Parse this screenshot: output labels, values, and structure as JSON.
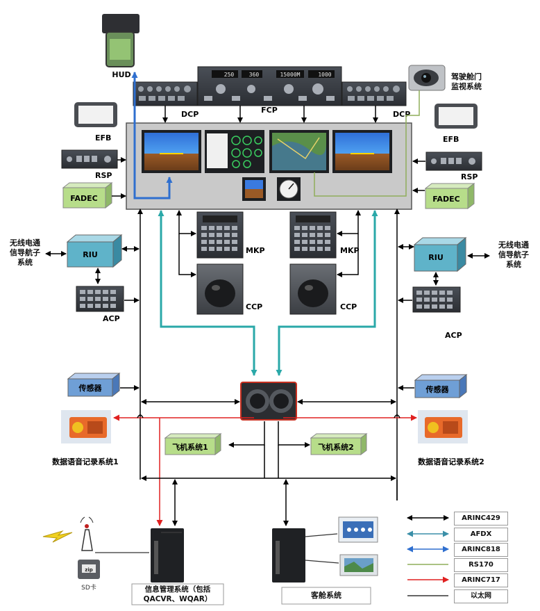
{
  "labels": {
    "hud": "HUD",
    "dcp_left": "DCP",
    "fcp": "FCP",
    "dcp_right": "DCP",
    "cockpit_door": "驾驶舱门\n监视系统",
    "efb_left": "EFB",
    "efb_right": "EFB",
    "rsp_left": "RSP",
    "rsp_right": "RSP",
    "fadec_left": "FADEC",
    "fadec_right": "FADEC",
    "riu_left": "RIU",
    "riu_right": "RIU",
    "radio_nav_left": "无线电通\n信导航子\n系统",
    "radio_nav_right": "无线电通\n信导航子\n系统",
    "mkp_left": "MKP",
    "mkp_right": "MKP",
    "ccp_left": "CCP",
    "ccp_right": "CCP",
    "acp_left": "ACP",
    "acp_right": "ACP",
    "sensor_left": "传感器",
    "sensor_right": "传感器",
    "recorder_left": "数据语音记录系统1",
    "recorder_right": "数据语音记录系统2",
    "aircraft_sys1": "飞机系统1",
    "aircraft_sys2": "飞机系统2",
    "sd_card": "SD卡",
    "zip": "zip",
    "info_mgmt": "信息管理系统（包括\nQACVR、WQAR）",
    "cabin": "客舱系统"
  },
  "fcp_readouts": [
    "250",
    "360",
    "15000M",
    "1000"
  ],
  "legend": [
    {
      "label": "ARINC429",
      "color": "#000000",
      "style": "double-arrow"
    },
    {
      "label": "AFDX",
      "color": "#3a8fa8",
      "style": "double-arrow"
    },
    {
      "label": "ARINC818",
      "color": "#2f6fcf",
      "style": "double-arrow"
    },
    {
      "label": "RS170",
      "color": "#8fae5a",
      "style": "line"
    },
    {
      "label": "ARINC717",
      "color": "#e02020",
      "style": "arrow"
    },
    {
      "label": "以太网",
      "color": "#333333",
      "style": "line"
    }
  ],
  "colors": {
    "arinc429": "#000000",
    "afdx": "#2aa8a8",
    "arinc818": "#2f6fcf",
    "rs170": "#8fae5a",
    "arinc717": "#e02020",
    "ethernet": "#333333",
    "riu_fill": "#5fb3c9",
    "sensor_fill": "#6f9fd6",
    "green_box": "#b7dd8a",
    "panel_gray": "#c9c9c9"
  }
}
